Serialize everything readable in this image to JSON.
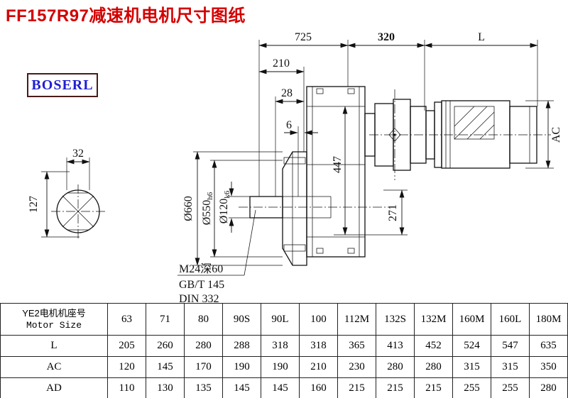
{
  "page": {
    "title": "FF157R97减速机电机尺寸图纸",
    "logo": "BOSERL"
  },
  "drawing": {
    "dims": {
      "d725": "725",
      "d320": "320",
      "dL": "L",
      "d210": "210",
      "d28": "28",
      "d6": "6",
      "dAC": "AC",
      "d32": "32",
      "d127": "127",
      "d660": "Ø660",
      "d550_main": "Ø550",
      "d550_tol": "h6",
      "d120_main": "Ø120",
      "d120_tol": "k6",
      "d447": "447",
      "d271": "271"
    },
    "notes": {
      "thread": "M24深60",
      "gb": "GB/T 145",
      "din": "DIN 332"
    }
  },
  "table": {
    "header_col": {
      "line1": "YE2电机机座号",
      "line2": "Motor Size"
    },
    "sizes": [
      "63",
      "71",
      "80",
      "90S",
      "90L",
      "100",
      "112M",
      "132S",
      "132M",
      "160M",
      "160L",
      "180M"
    ],
    "rows": [
      {
        "label": "L",
        "values": [
          "205",
          "260",
          "280",
          "288",
          "318",
          "318",
          "365",
          "413",
          "452",
          "524",
          "547",
          "635"
        ]
      },
      {
        "label": "AC",
        "values": [
          "120",
          "145",
          "170",
          "190",
          "190",
          "210",
          "230",
          "280",
          "280",
          "315",
          "315",
          "350"
        ]
      },
      {
        "label": "AD",
        "values": [
          "110",
          "130",
          "135",
          "145",
          "145",
          "160",
          "215",
          "215",
          "215",
          "255",
          "255",
          "280"
        ]
      }
    ]
  }
}
